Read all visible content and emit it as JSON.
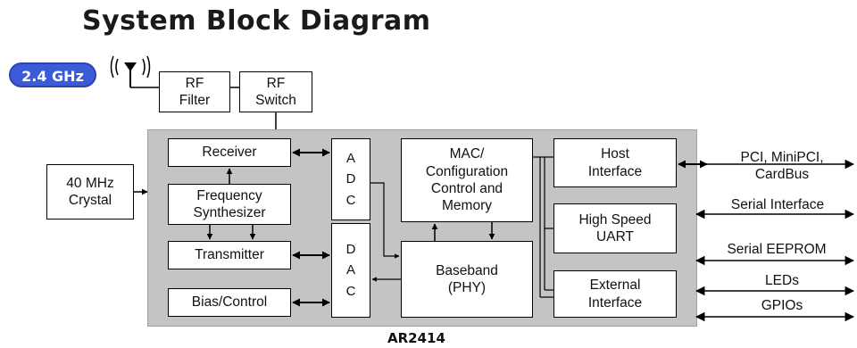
{
  "title": "System Block Diagram",
  "band": "2.4 GHz",
  "antenna_icon": "antenna-icon",
  "blocks": {
    "rf_filter": "RF\nFilter",
    "rf_switch": "RF\nSwitch",
    "crystal": "40 MHz\nCrystal",
    "receiver": "Receiver",
    "freq_synth": "Frequency\nSynthesizer",
    "transmitter": "Transmitter",
    "bias_control": "Bias/Control",
    "adc": "A\nD\nC",
    "dac": "D\nA\nC",
    "mac": "MAC/\nConfiguration\nControl and\nMemory",
    "baseband": "Baseband\n(PHY)",
    "host_if": "Host\nInterface",
    "uart": "High Speed\nUART",
    "ext_if": "External\nInterface"
  },
  "interfaces": {
    "pci": "PCI, MiniPCI,\nCardBus",
    "serial_if": "Serial Interface",
    "eeprom": "Serial EEPROM",
    "leds": "LEDs",
    "gpios": "GPIOs"
  },
  "part_number": "AR2414",
  "colors": {
    "band_pill": "#3b5bd9",
    "chip_fill": "#c4c4c4"
  }
}
